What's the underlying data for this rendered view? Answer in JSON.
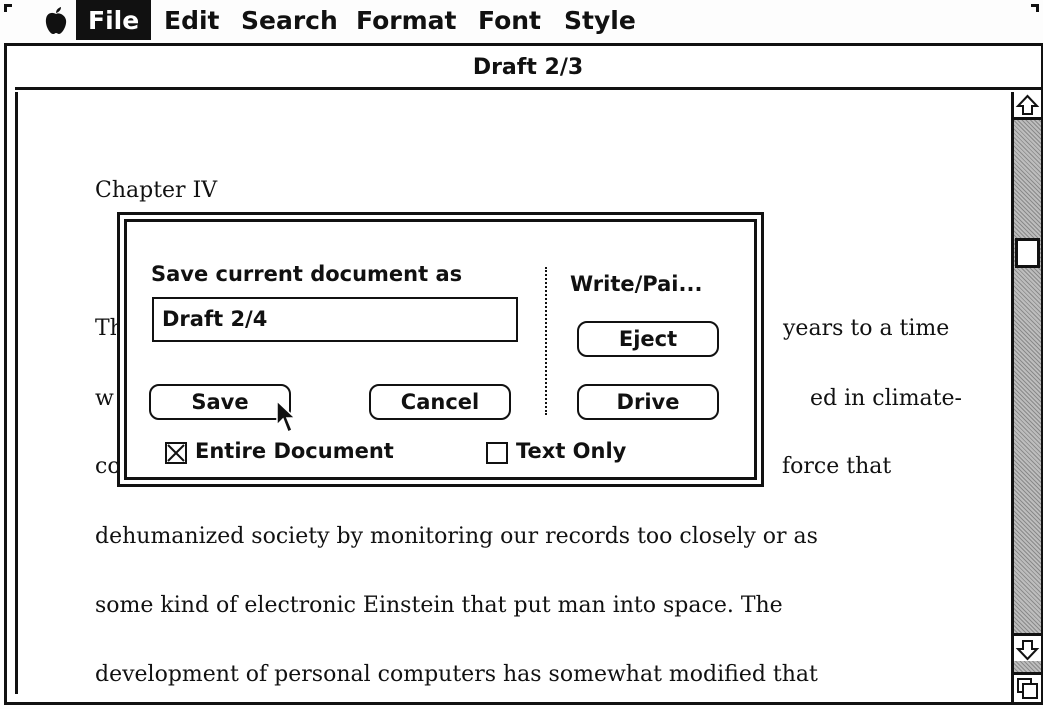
{
  "menubar": {
    "apple_icon": "apple-logo",
    "items": [
      "File",
      "Edit",
      "Search",
      "Format",
      "Font",
      "Style"
    ],
    "active_item": "File"
  },
  "window": {
    "title": "Draft 2/3",
    "lines": [
      "Chapter IV",
      "Th",
      "years to a time",
      "w",
      "ed in climate-",
      "co",
      "force that",
      "dehumanized society by monitoring our records too closely or as",
      "some kind of electronic Einstein that put man into space.  The",
      "development of personal computers has somewhat modified that"
    ]
  },
  "dialog": {
    "prompt": "Save current document as",
    "filename": "Draft 2/4",
    "disk_name": "Write/Pai...",
    "save_label": "Save",
    "cancel_label": "Cancel",
    "eject_label": "Eject",
    "drive_label": "Drive",
    "entire_document_label": "Entire Document",
    "entire_document_checked": true,
    "text_only_label": "Text Only",
    "text_only_checked": false
  },
  "scrollbar": {
    "position": 0.2
  }
}
